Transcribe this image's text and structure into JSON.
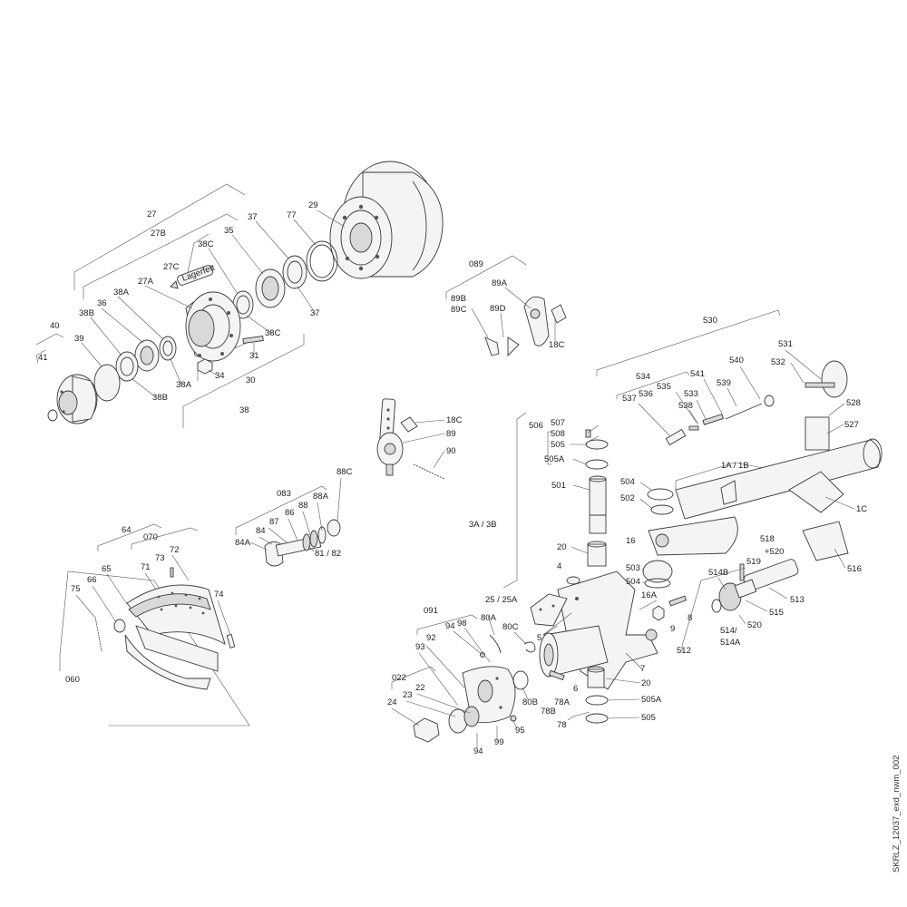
{
  "watermark": "SKRLZ_12037_exd_nwm_002",
  "parts_labels": {
    "l27": "27",
    "l27B": "27B",
    "l27C": "27C",
    "l27A": "27A",
    "lager": "Lagerfett",
    "l40": "40",
    "l41": "41",
    "l39": "39",
    "l36": "36",
    "l38A_top": "38A",
    "l38B_top": "38B",
    "l38C_top": "38C",
    "l35": "35",
    "l37_top": "37",
    "l77": "77",
    "l29": "29",
    "l38C_bottom": "38C",
    "l37_bottom": "37",
    "l31": "31",
    "l34": "34",
    "l38B_bottom": "38B",
    "l38A_bottom": "38A",
    "l30": "30",
    "l38": "38",
    "l089": "089",
    "l89A": "89A",
    "l89B": "89B",
    "l89C": "89C",
    "l89D": "89D",
    "l18C_top": "18C",
    "l18C_mid": "18C",
    "l89": "89",
    "l90": "90",
    "l083": "083",
    "l88A": "88A",
    "l88C": "88C",
    "l86": "86",
    "l87": "87",
    "l88": "88",
    "l84": "84",
    "l84A": "84A",
    "l8182": "81 / 82",
    "l64": "64",
    "l070": "070",
    "l65": "65",
    "l73": "73",
    "l72": "72",
    "l71": "71",
    "l66": "66",
    "l75": "75",
    "l74": "74",
    "l060": "060",
    "l530": "530",
    "l531": "531",
    "l532": "532",
    "l540": "540",
    "l541": "541",
    "l534": "534",
    "l536": "536",
    "l535": "535",
    "l537": "537",
    "l533": "533",
    "l538": "538",
    "l539": "539",
    "l528": "528",
    "l527": "527",
    "l1A1B": "1A / 1B",
    "l1C": "1C",
    "l516": "516",
    "l518": "518",
    "l520plus": "+520",
    "l519": "519",
    "l514B": "514B",
    "l513": "513",
    "l515": "515",
    "l514": "514/",
    "l520": "520",
    "l514A": "514A",
    "l512": "512",
    "l506": "506",
    "l507": "507",
    "l508": "508",
    "l505_top": "505",
    "l505A_top": "505A",
    "l501": "501",
    "l504_top": "504",
    "l502": "502",
    "l3A3B": "3A / 3B",
    "l20_top": "20",
    "l16": "16",
    "l4": "4",
    "l503": "503",
    "l504_mid": "504",
    "l16A": "16A",
    "l2525A": "25 / 25A",
    "l9": "9",
    "l8": "8",
    "l091": "091",
    "l80A": "80A",
    "l80C": "80C",
    "l5": "5",
    "l7": "7",
    "l98": "98",
    "l94_top": "94",
    "l92": "92",
    "l93": "93",
    "l6": "6",
    "l20_bottom": "20",
    "l80B": "80B",
    "l78A": "78A",
    "l78B": "78B",
    "l78": "78",
    "l505A_bottom": "505A",
    "l505_bottom": "505",
    "l022": "022",
    "l22": "22",
    "l23": "23",
    "l24": "24",
    "l94_bottom": "94",
    "l99": "99",
    "l95": "95"
  }
}
